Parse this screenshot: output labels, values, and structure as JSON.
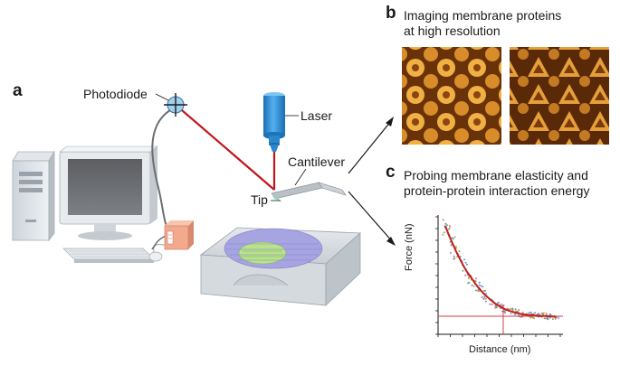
{
  "panels": {
    "a": {
      "letter": "a"
    },
    "b": {
      "letter": "b",
      "title_lines": [
        "Imaging membrane proteins",
        "at high resolution"
      ]
    },
    "c": {
      "letter": "c",
      "title_lines": [
        "Probing membrane elasticity and",
        "protein-protein interaction energy"
      ]
    }
  },
  "setup_labels": {
    "photodiode": "Photodiode",
    "laser": "Laser",
    "cantilever": "Cantilever",
    "tip": "Tip"
  },
  "chart_data": {
    "type": "scatter",
    "xlabel": "Distance (nm)",
    "ylabel": "Force (nN)",
    "x": [
      0.3,
      0.6,
      0.9,
      1.2,
      1.5,
      1.8,
      2.1,
      2.4,
      2.7,
      3.0,
      3.3,
      3.6,
      3.9,
      4.2,
      4.5,
      4.8,
      5.1,
      5.4,
      5.7,
      6.0,
      6.3,
      6.6,
      6.9,
      7.2,
      7.5,
      7.8,
      8.1,
      8.4,
      8.7,
      9.0,
      9.3,
      9.6
    ],
    "series": [
      {
        "values": [
          9.1,
          8.2,
          7.4,
          6.6,
          5.9,
          5.2,
          4.6,
          4.1,
          3.6,
          3.1,
          2.7,
          2.3,
          2.0,
          1.7,
          1.4,
          1.2,
          1.0,
          0.8,
          0.7,
          0.6,
          0.5,
          0.4,
          0.35,
          0.3,
          0.3,
          0.25,
          0.2,
          0.2,
          0.2,
          0.15,
          0.15,
          0.1
        ]
      }
    ],
    "colors": {
      "fit": "#c0201c",
      "baseline": "#d04040",
      "points": [
        "#5aa0d0",
        "#e070a0",
        "#70b060",
        "#d0a040",
        "#8080c0"
      ]
    }
  },
  "colors": {
    "laser_beam": "#c0161b",
    "laser_body": "#2e8fd6",
    "membrane_purple": "#a7a4e2",
    "membrane_green": "#b9e28c",
    "afm_orange": "#f2a98e"
  }
}
